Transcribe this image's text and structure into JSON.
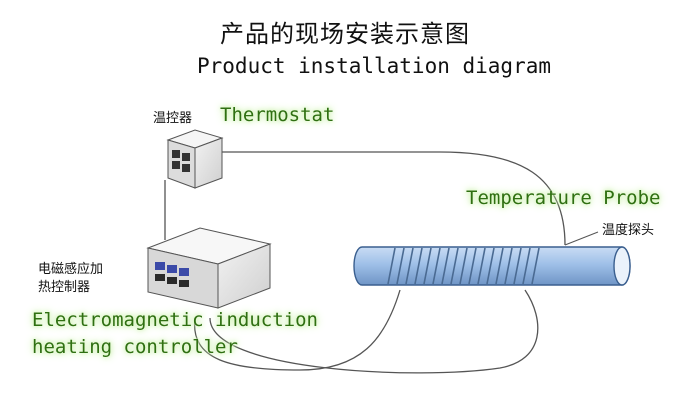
{
  "title_cn": "产品的现场安装示意图",
  "title_en": "Product installation diagram",
  "labels": {
    "thermostat_cn": "温控器",
    "thermostat_en": "Thermostat",
    "probe_cn": "温度探头",
    "probe_en": "Temperature Probe",
    "controller_cn_line1": "电磁感应加",
    "controller_cn_line2": "热控制器",
    "controller_en_line1": "Electromagnetic induction",
    "controller_en_line2": "heating controller"
  },
  "colors": {
    "pipe_fill": "#9fc0e8",
    "pipe_edge": "#3a5f8f",
    "label_glow": "#b6e88e",
    "label_text": "#2f6f12",
    "device_face": "#e4e4e4"
  }
}
